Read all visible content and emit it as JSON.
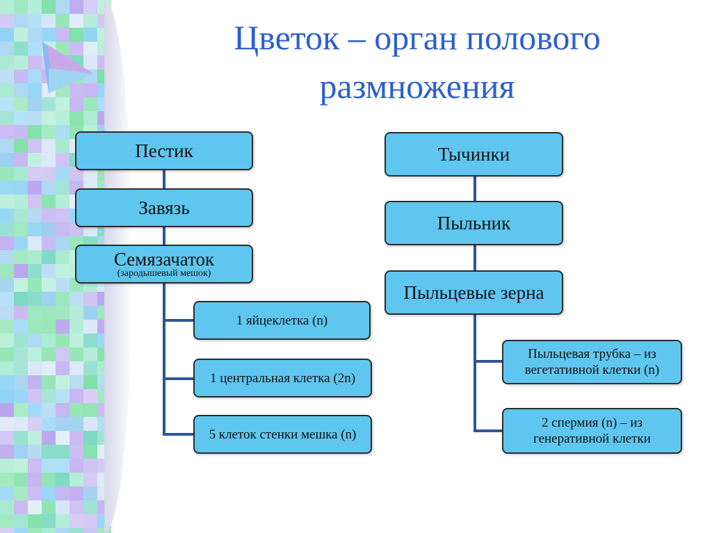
{
  "slide": {
    "title_line1": "Цветок – орган полового",
    "title_line2": "размножения",
    "accent": "#2b5fd1",
    "node_fill": "#5fc6ef",
    "connector": "#2f5597"
  },
  "left": {
    "pistil": "Пестик",
    "ovary": "Завязь",
    "ovule": "Семязачаток",
    "ovule_note": "(зародышевый мешок)",
    "egg": "1 яйцеклетка (n)",
    "central": "1 центральная клетка (2n)",
    "wall": "5 клеток стенки мешка (n)"
  },
  "right": {
    "stamens": "Тычинки",
    "anther": "Пыльник",
    "pollen": "Пыльцевые зерна",
    "tube_line1": "Пыльцевая трубка – из",
    "tube_line2": "вегетативной клетки (n)",
    "sperm_line1": "2 спермия (n) – из",
    "sperm_line2": "генеративной клетки"
  },
  "decor": {
    "triangle_icon": "play-triangle-icon"
  }
}
